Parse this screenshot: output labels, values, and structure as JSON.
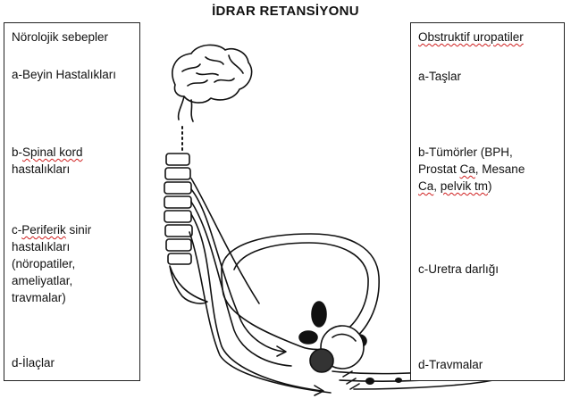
{
  "title": "İDRAR RETANSİYONU",
  "left": {
    "heading": "Nörolojik sebepler",
    "items": [
      {
        "prefix": "a-",
        "main": "Beyin Hastalıkları",
        "rest": ""
      },
      {
        "prefix": "b-",
        "main": "Spinal kord",
        "rest": "\nhastalıkları"
      },
      {
        "prefix": "c-",
        "main": "Periferik",
        "rest": " sinir\nhastalıkları\n(nöropatiler,\nameliyatlar,\ntravmalar)"
      },
      {
        "prefix": "d-",
        "main": "İlaçlar",
        "rest": ""
      }
    ]
  },
  "right": {
    "heading": "Obstruktif uropatiler",
    "items": [
      {
        "text": "a-Taşlar"
      },
      {
        "pre": "b-Tümörler (BPH,\nProstat ",
        "sq1": "Ca",
        "mid": ", Mesane\n",
        "sq2": "Ca",
        "post": ", ",
        "sq3": "pelvik tm",
        "end": ")"
      },
      {
        "text": "c-Uretra darlığı"
      },
      {
        "text": "d-Travmalar"
      }
    ]
  }
}
